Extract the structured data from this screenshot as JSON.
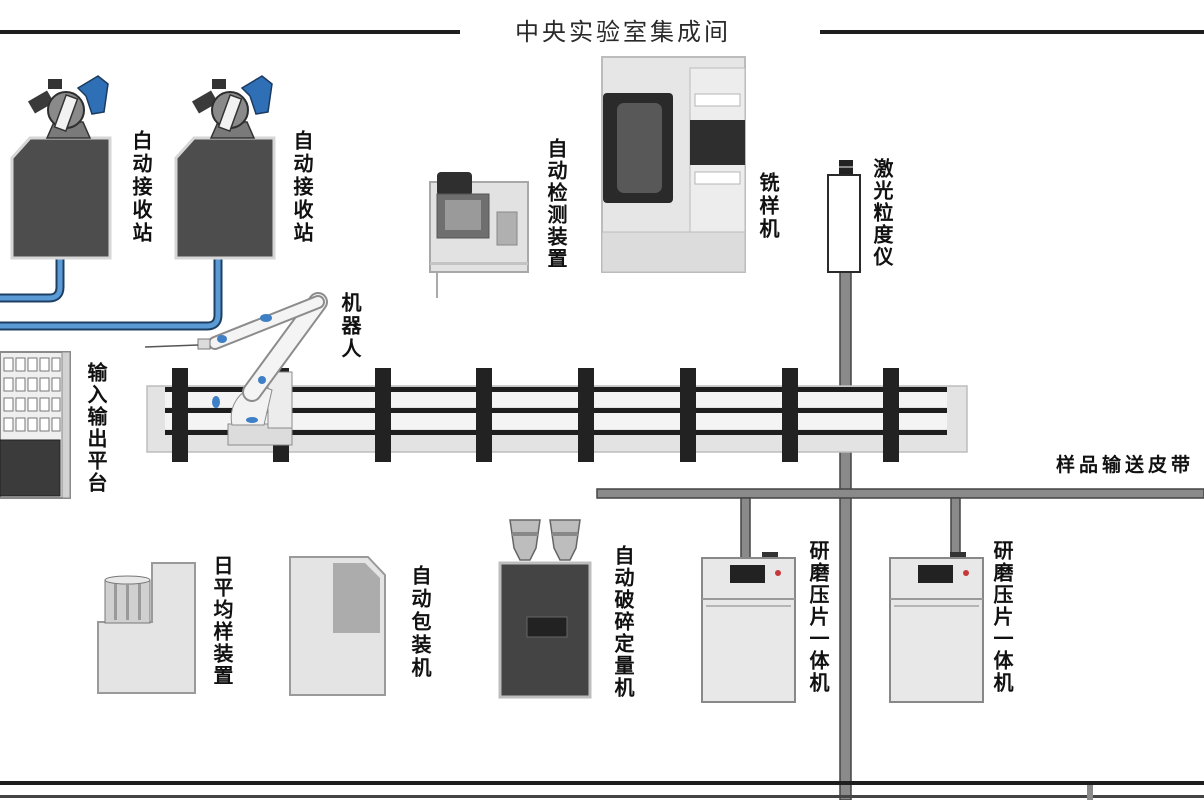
{
  "title": "中央实验室集成间",
  "labels": {
    "receiving_station_1": "白动接收站",
    "receiving_station_2": "自动接收站",
    "auto_inspection": "自动检测装置",
    "milling_machine": "铣样机",
    "laser_particle_analyzer": "激光粒度仪",
    "robot": "机器人",
    "io_platform": "输入输出平台",
    "sample_divider": "日平均样装置",
    "auto_packaging": "自动包装机",
    "auto_crusher": "自动破碎定量机",
    "grinder_press_1": "研磨压片一体机",
    "grinder_press_2": "研磨压片一体机",
    "conveyor_belt": "样品输送皮带"
  },
  "colors": {
    "pipe_blue": "#5a9bd6",
    "joint_blue": "#3f7fc6",
    "device_dark": "#4d4d4d",
    "device_light": "#e4e4e4",
    "rail_black": "#1e1e1e",
    "conveyor_gray": "#8a8a8a",
    "indicator_red": "#c8373a"
  }
}
